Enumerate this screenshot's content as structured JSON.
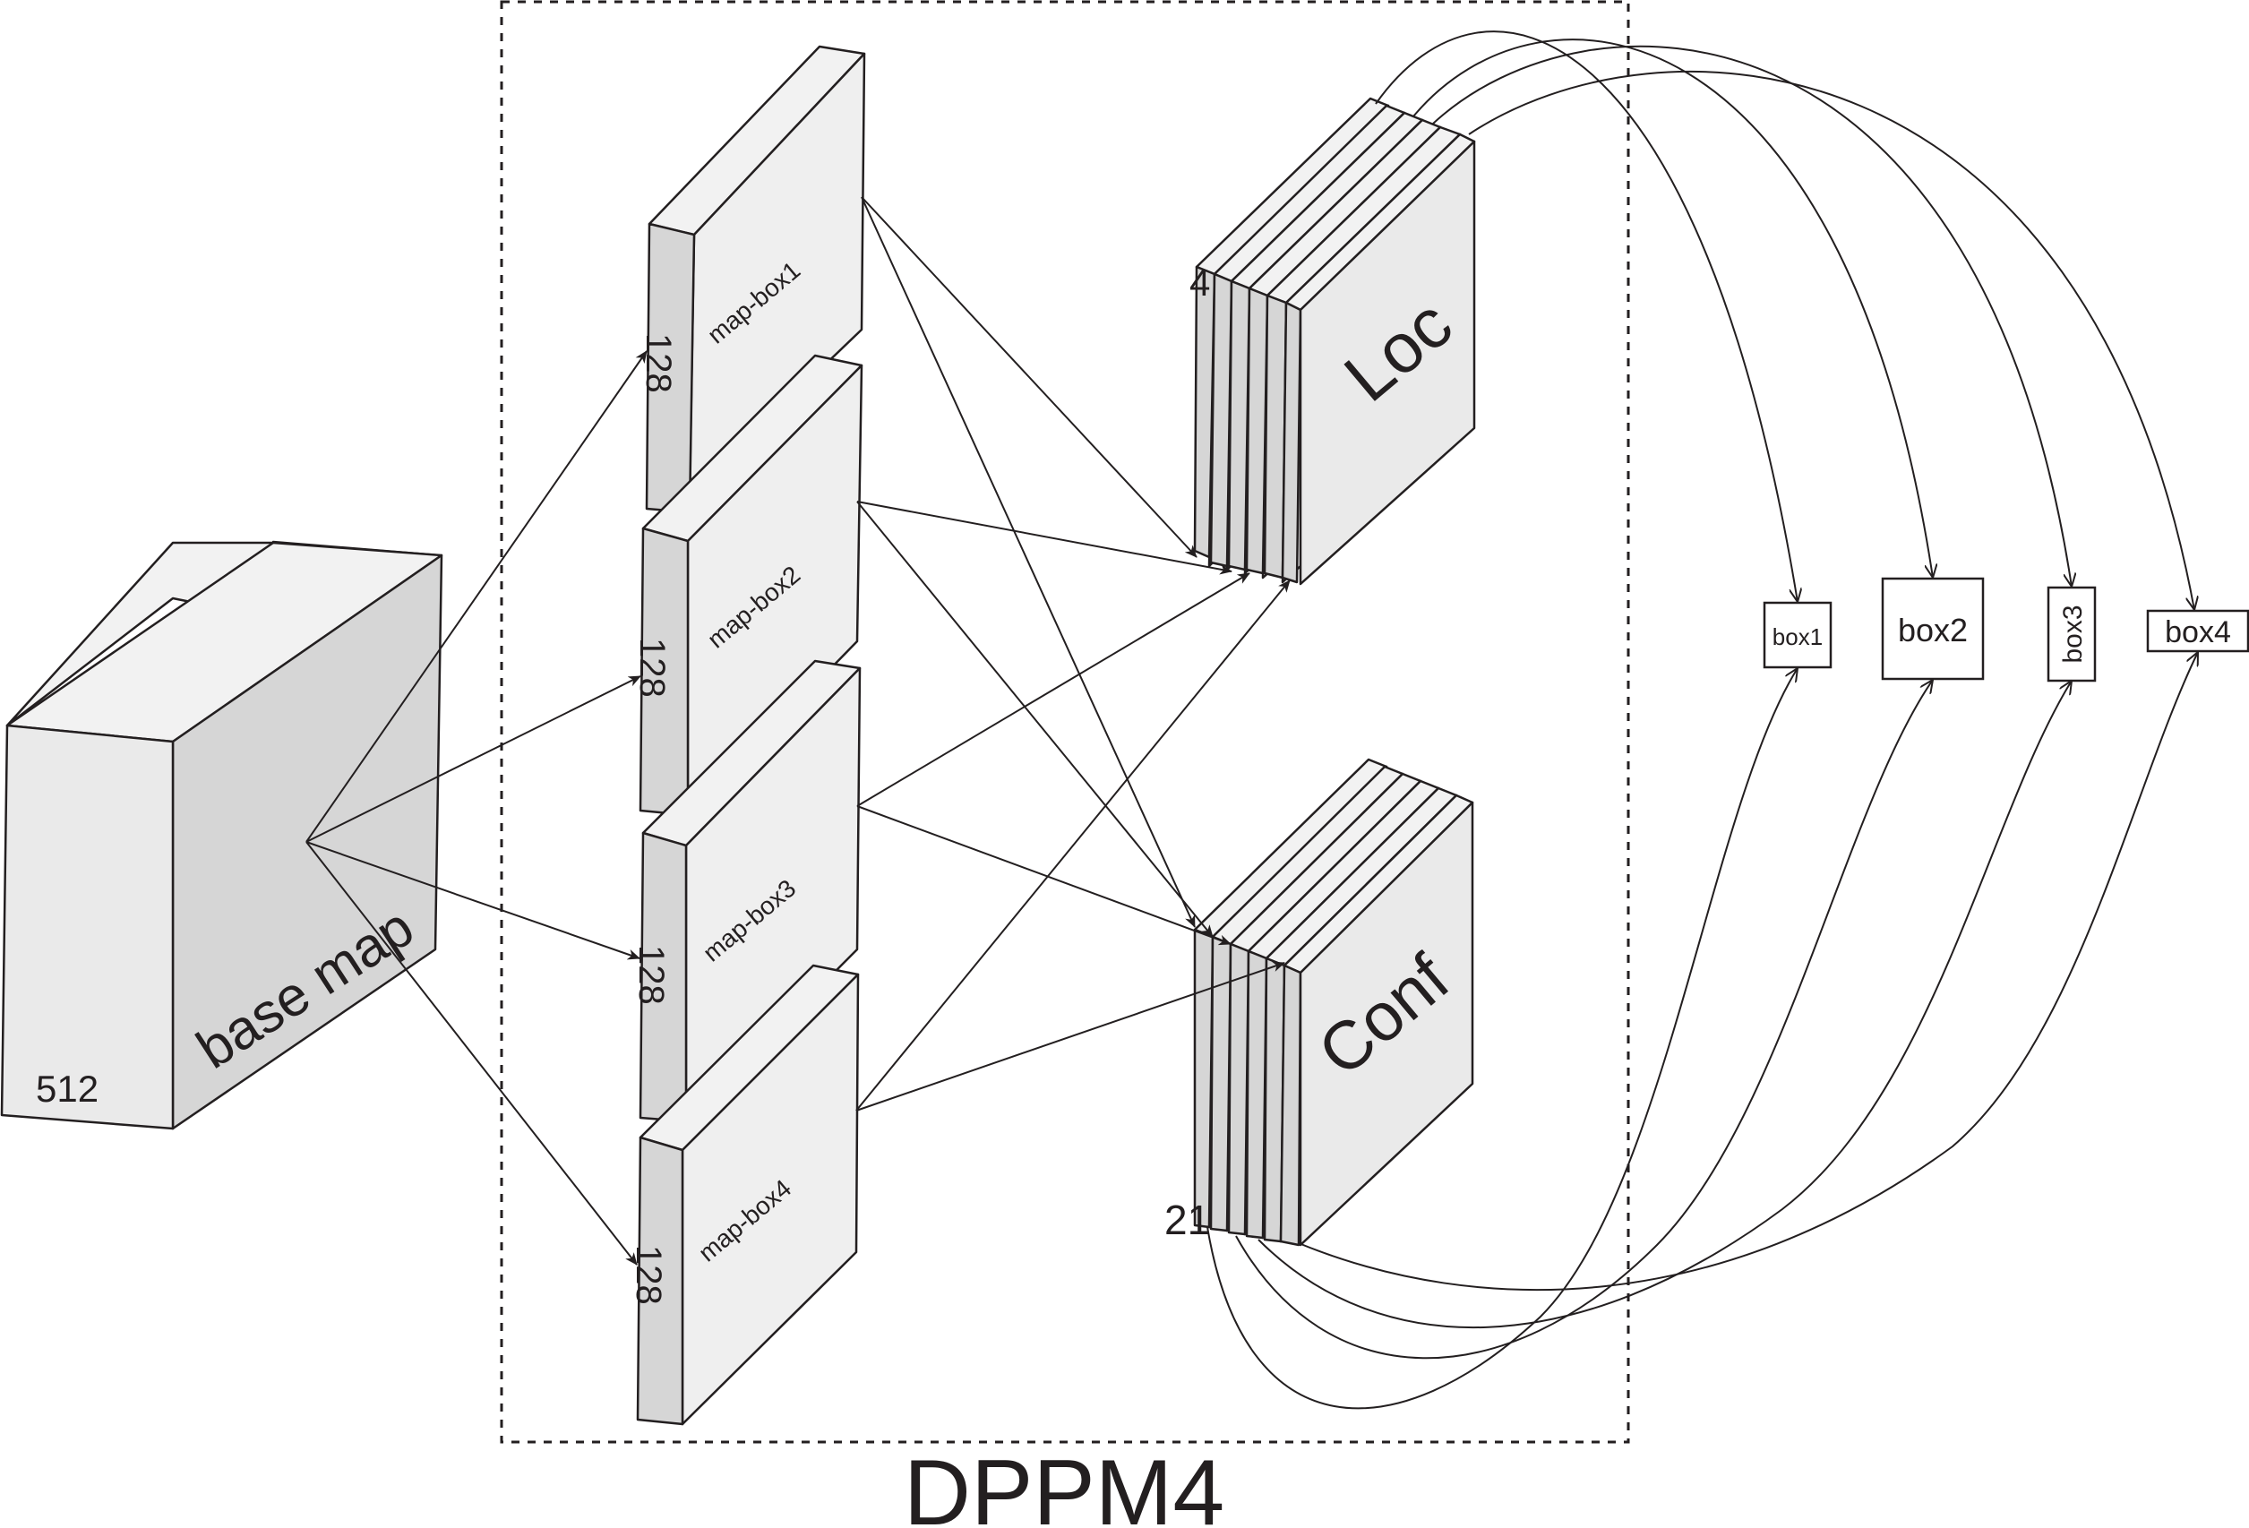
{
  "title": "DPPM4",
  "base_map": {
    "label": "base map",
    "channels": "512"
  },
  "map_boxes": [
    {
      "label": "map-box1",
      "channels": "128"
    },
    {
      "label": "map-box2",
      "channels": "128"
    },
    {
      "label": "map-box3",
      "channels": "128"
    },
    {
      "label": "map-box4",
      "channels": "128"
    }
  ],
  "loc": {
    "label": "Loc",
    "channels": "4"
  },
  "conf": {
    "label": "Conf",
    "channels": "21"
  },
  "outputs": [
    {
      "label": "box1"
    },
    {
      "label": "box2"
    },
    {
      "label": "box3"
    },
    {
      "label": "box4"
    }
  ]
}
